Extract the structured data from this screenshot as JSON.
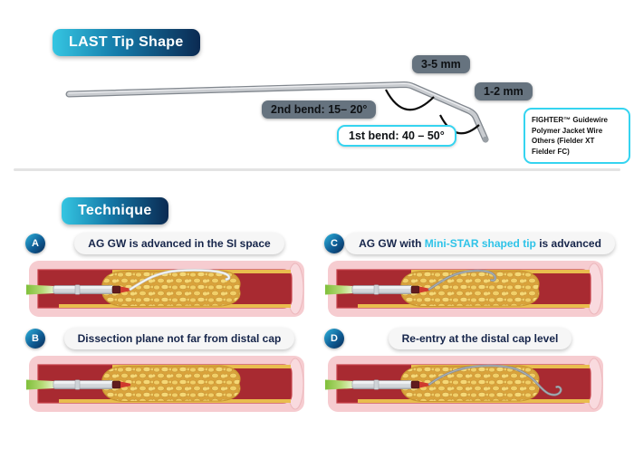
{
  "tip_shape": {
    "title": "LAST Tip Shape",
    "badge_3_5": "3-5 mm",
    "badge_1_2": "1-2 mm",
    "badge_bend2": "2nd bend: 15– 20°",
    "badge_bend1": "1st bend: 40 – 50°",
    "note_lines": {
      "0": "FIGHTER™ Guidewire",
      "1": "Polymer Jacket Wire",
      "2": "Others (Fielder XT",
      "3": "Fielder FC)"
    }
  },
  "technique": {
    "title": "Technique",
    "panels": {
      "a": {
        "id": "A",
        "label": "AG GW is advanced in the SI space"
      },
      "b": {
        "id": "B",
        "label": "Dissection plane not far from distal cap"
      },
      "c": {
        "id": "C",
        "label_pre": "AG GW with ",
        "label_highlight": "Mini-STAR shaped tip",
        "label_post": " is advanced"
      },
      "d": {
        "id": "D",
        "label": "Re-entry at the distal cap level"
      }
    }
  },
  "colors": {
    "badge_gradient_start": "#35c6e2",
    "badge_gradient_end": "#0b2a52",
    "highlight_cyan": "#2ec3e8",
    "gray_badge": "#66737f",
    "cyan_border": "#35d4f0",
    "vessel_wall_pink": "#f6ccd0",
    "vessel_lumen_red": "#a82a31",
    "plaque_yellow": "#e9bd4e",
    "catheter_tip_red": "#cf3a2e",
    "catheter_hub_green": "#8fc544"
  }
}
